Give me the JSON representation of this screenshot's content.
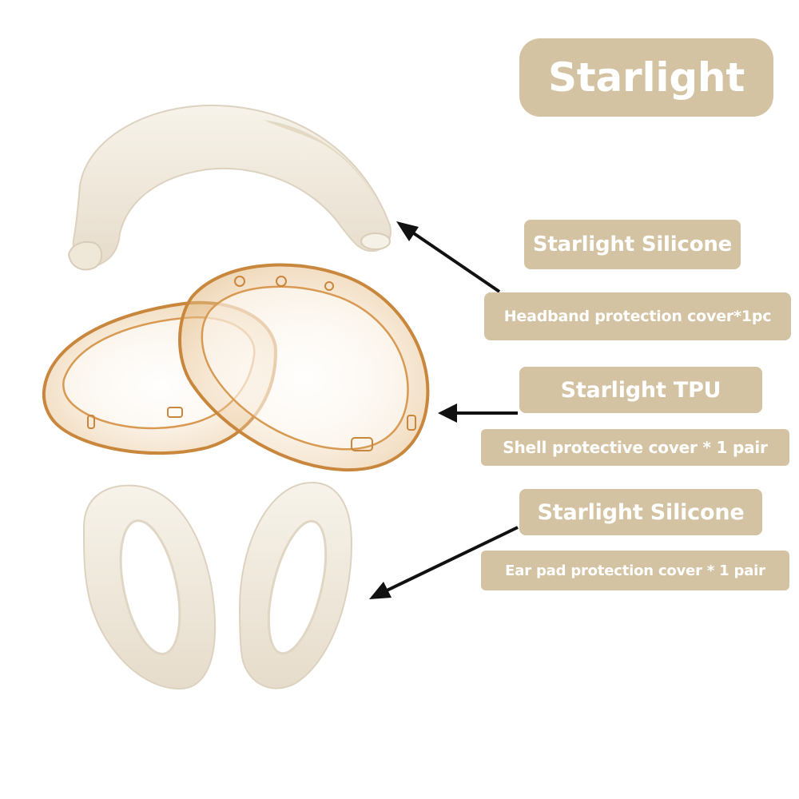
{
  "title": "Starlight",
  "callouts": [
    {
      "name": "headband",
      "material": "Starlight Silicone",
      "description": "Headband protection cover*1pc"
    },
    {
      "name": "shell",
      "material": "Starlight TPU",
      "description": "Shell protective cover * 1 pair"
    },
    {
      "name": "earpad",
      "material": "Starlight Silicone",
      "description": "Ear pad protection cover * 1 pair"
    }
  ],
  "colors": {
    "badge": "#d4c3a2",
    "badge_text": "#ffffff",
    "silicone": "#f3ede2",
    "tpu": "#c88a3e",
    "arrow": "#111111"
  }
}
